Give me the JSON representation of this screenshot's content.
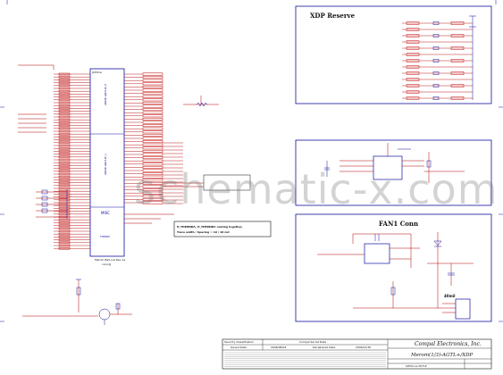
{
  "sections": {
    "xdp_title": "XDP Reserve",
    "fan_title": "FAN1 Conn"
  },
  "cpu": {
    "group_upper": "ADDR GROUP_0",
    "group_lower": "ADDR GROUP_1",
    "misc_label": "MISC",
    "therm_label": "THERM",
    "refdes": "JCPU1A",
    "footer": "Merom Ball-out Rev 1a",
    "footer_sub": "conn@"
  },
  "notes": {
    "thermal_line1": "H_THERMDA, H_THERMDC routing together,",
    "thermal_line2": "Trace width / Spacing = 10 / 10 mil"
  },
  "fan": {
    "current": "40mil"
  },
  "title_block": {
    "security_label": "Security Classification",
    "security_value": "Compal Secret Data",
    "issued_label": "Issued Date",
    "issued_value": "2006/08/04",
    "deciphered_label": "Deciphered Date",
    "deciphered_value": "2006/12/30",
    "company": "Compal Electronics, Inc.",
    "sheet_title": "Merom(1/3)-AGTL+/XDP",
    "doc_number": "IAT00 LA-3571P",
    "watermark": "schematic-x.com"
  }
}
